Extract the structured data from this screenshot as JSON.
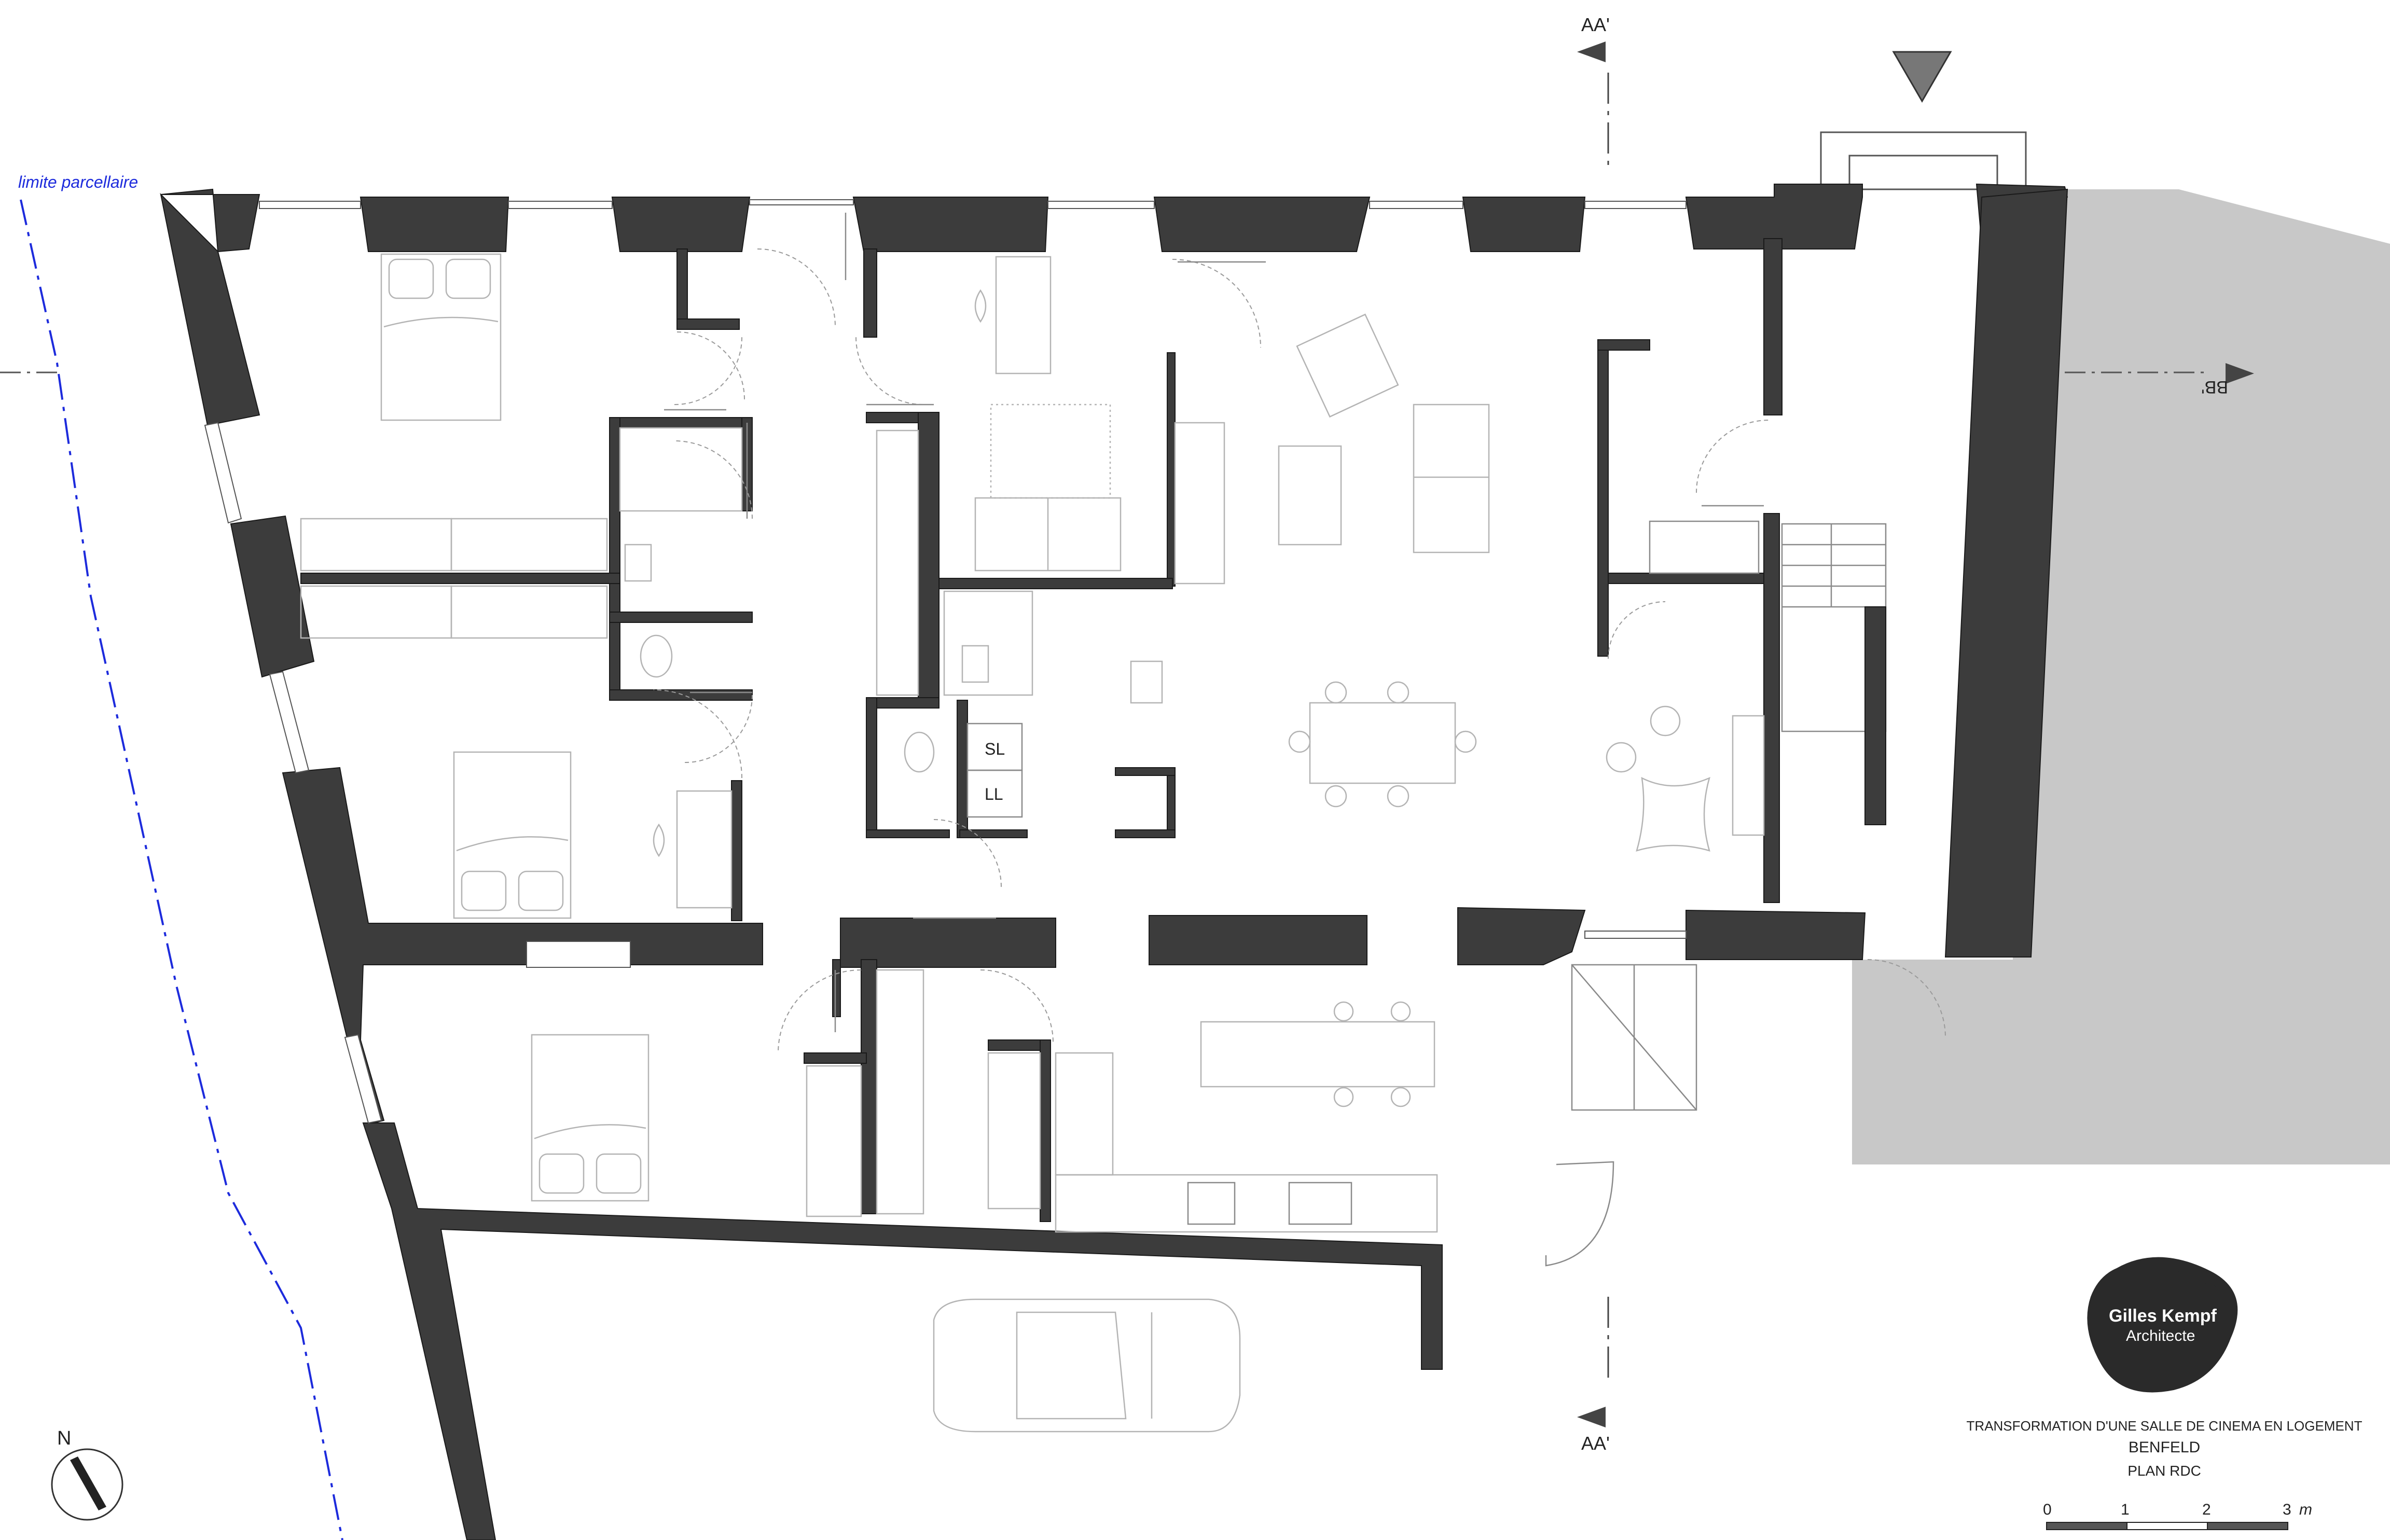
{
  "plan": {
    "limit_label": "limite parcellaire",
    "section_aa_top": "AA'",
    "section_aa_bottom": "AA'",
    "section_bb": "BB'",
    "room_labels": {
      "laundry_sl": "SL",
      "laundry_ll": "LL"
    },
    "north_label": "N"
  },
  "logo": {
    "line1": "Gilles Kempf",
    "line2": "Architecte"
  },
  "title_block": {
    "project": "TRANSFORMATION D'UNE SALLE DE CINEMA EN LOGEMENT",
    "town": "BENFELD",
    "sheet": "PLAN RDC"
  },
  "scale_bar": {
    "ticks": [
      "0",
      "1",
      "2",
      "3"
    ],
    "unit": "m"
  },
  "colors": {
    "wall": "#3c3c3c",
    "neighbour": "#c8c8c8",
    "parcel_limit": "#1d2bdc"
  }
}
